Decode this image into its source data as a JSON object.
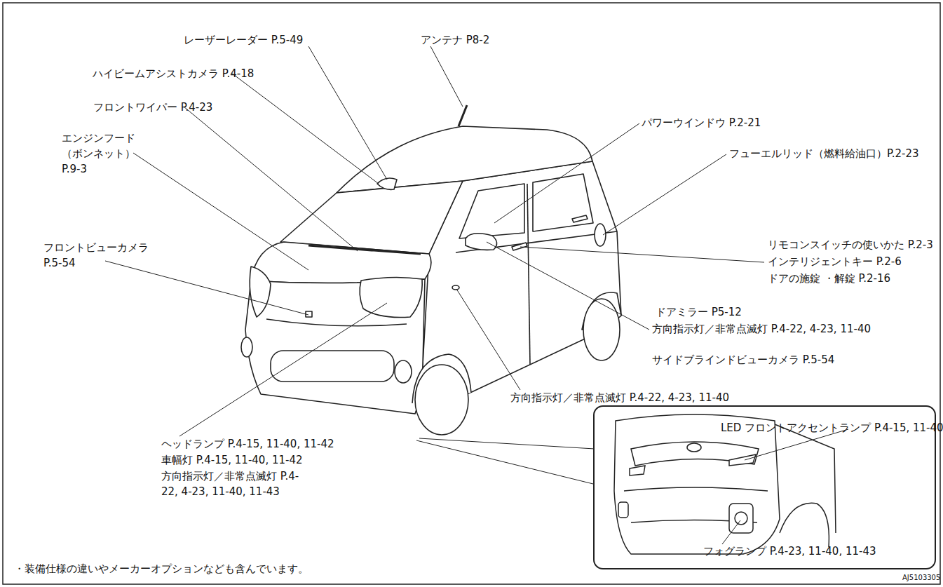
{
  "diagram": {
    "nodes": [
      {
        "text": [
          "LED フロントアクセントランプ P.4-15, 11-40",
          "フォグランプ P.4-23, 11-40, 11-43"
        ]
      }
    ],
    "labels": [
      "レーザーレーダー P.5-49",
      "アンテナ P8-2",
      "ハイビームアシストカメラ P.4-18",
      "フロントワイパー P.4-23",
      "パワーウインドウ P.2-21",
      "エンジンフード （ボンネット）P.9-3",
      "フューエルリッド（燃料給油口）P.2-23",
      "フロントビューカメラ P.5-54",
      "リモコンスイッチの使いかた P.2-3",
      "インテリジェントキー P.2-6",
      "ドアの施錠 ・解錠 P.2-16",
      "ドアミラー P5-12",
      "方向指示灯／非常点滅灯 P.4-22, 4-23, 11-40",
      "サイドブラインドビューカメラ P.5-54",
      "方向指示灯／非常点滅灯 P.4-22, 4-23, 11-40",
      "ヘッドランプ P.4-15, 11-40, 11-42",
      "車幅灯 P.4-15, 11-40, 11-42",
      "方向指示灯／非常点滅灯 P.4-22, 4-23, 11-40, 11-43",
      "・装備仕様の違いやメーカーオプションなども含んでいます。",
      "AJ5103305"
    ]
  }
}
